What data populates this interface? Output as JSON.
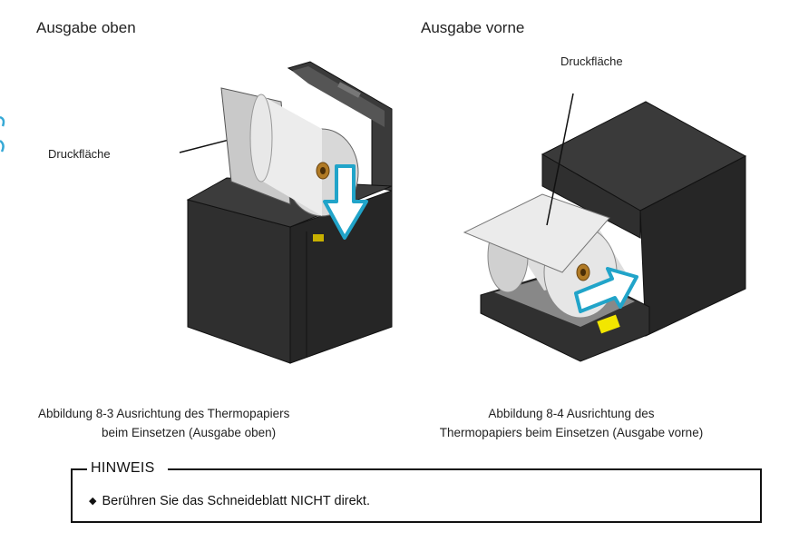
{
  "figures": [
    {
      "heading": "Ausgabe oben",
      "callout_label": "Druckfläche",
      "caption_line1": "Abbildung 8-3 Ausrichtung des Thermopapiers",
      "caption_line2": "beim Einsetzen (Ausgabe oben)"
    },
    {
      "heading": "Ausgabe vorne",
      "callout_label": "Druckfläche",
      "caption_line1": "Abbildung 8-4 Ausrichtung des",
      "caption_line2": "Thermopapiers beim Einsetzen (Ausgabe vorne)"
    }
  ],
  "note": {
    "title": "HINWEIS",
    "bullet": "◆",
    "items": [
      "Berühren Sie das Schneideblatt NICHT direkt."
    ]
  },
  "colors": {
    "printer_body": "#2b2b2b",
    "paper_roll": "#e3e3e3",
    "arrow_outline": "#21a4c9",
    "tab_yellow": "#f2e600"
  }
}
